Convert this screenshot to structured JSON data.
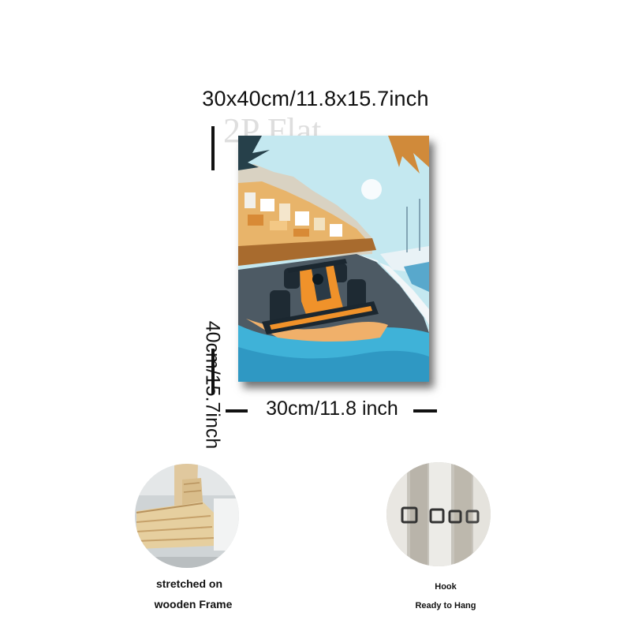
{
  "dimensions": {
    "full": "30x40cm/11.8x15.7inch",
    "height": "40cm/15.7inch",
    "width": "30cm/11.8 inch"
  },
  "watermark": "2P Flat",
  "artwork": {
    "icon": "race-car-painting"
  },
  "features": [
    {
      "line1": "stretched on",
      "line2": "wooden Frame",
      "icon": "wooden-frame-corner"
    },
    {
      "line1": "Hook",
      "line2": "Ready to Hang",
      "icon": "hanging-hook"
    }
  ],
  "colors": {
    "sky": "#bfe6ee",
    "car_orange": "#f0922a",
    "water": "#3fb2d8"
  }
}
